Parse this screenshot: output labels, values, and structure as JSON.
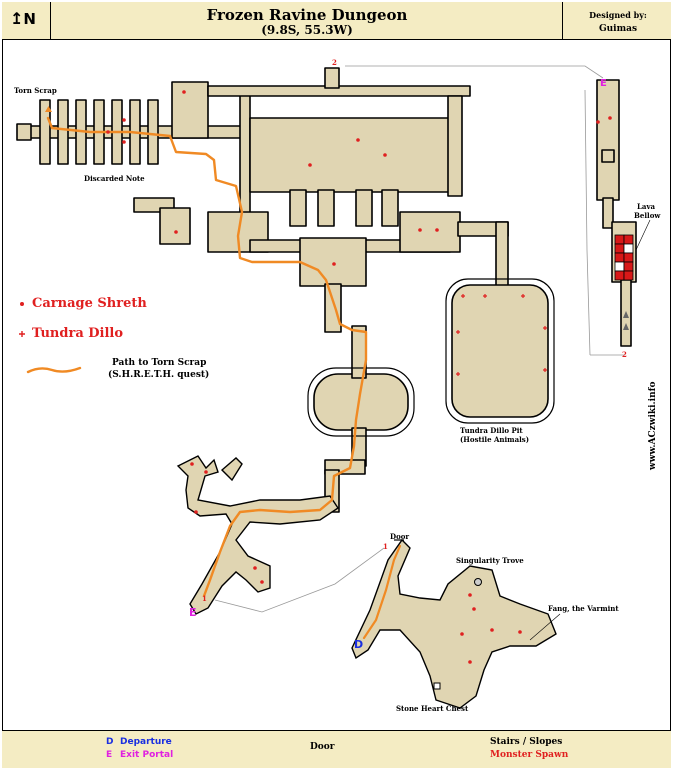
{
  "header": {
    "north_label": "N",
    "title": "Frozen Ravine Dungeon",
    "coordinates": "(9.8S, 55.3W)",
    "designed_by_label": "Designed by:",
    "author": "Guimas"
  },
  "map_labels": {
    "torn_scrap": "Torn Scrap",
    "discarded_note": "Discarded Note",
    "lava_bellow_1": "Lava",
    "lava_bellow_2": "Bellow",
    "tundra_dillo_pit": "Tundra Dillo Pit",
    "hostile_animals": "(Hostile Animals)",
    "door": "Door",
    "singularity_trove": "Singularity Trove",
    "fang_the_varmint": "Fang, the Varmint",
    "stone_heart_chest": "Stone Heart Chest",
    "exit_marker": "E",
    "departure_marker": "D",
    "link_num_1a": "1",
    "link_num_1b": "1",
    "link_num_2a": "2",
    "link_num_2b": "2"
  },
  "map_legend": {
    "carnage_shreth": "Carnage Shreth",
    "tundra_dillo": "Tundra Dillo",
    "path_line1": "Path to Torn Scrap",
    "path_line2": "(S.H.R.E.T.H. quest)",
    "carnage_bullet": "•",
    "dillo_bullet": "+"
  },
  "footer_legend": {
    "departure_key": "D",
    "departure": "Departure",
    "exit_key": "E",
    "exit_portal": "Exit Portal",
    "door": "Door",
    "stairs": "Stairs / Slopes",
    "monster_spawn": "Monster Spawn"
  },
  "website": "www.ACzwiki.info",
  "colors": {
    "floor": "#e0d5b2",
    "wall": "#000000",
    "path": "#f08a24",
    "monster": "#e02020",
    "header_bg": "#f4ecc3",
    "departure": "#1a2fe0",
    "exit": "#e020e0",
    "lava": "#d81818"
  }
}
